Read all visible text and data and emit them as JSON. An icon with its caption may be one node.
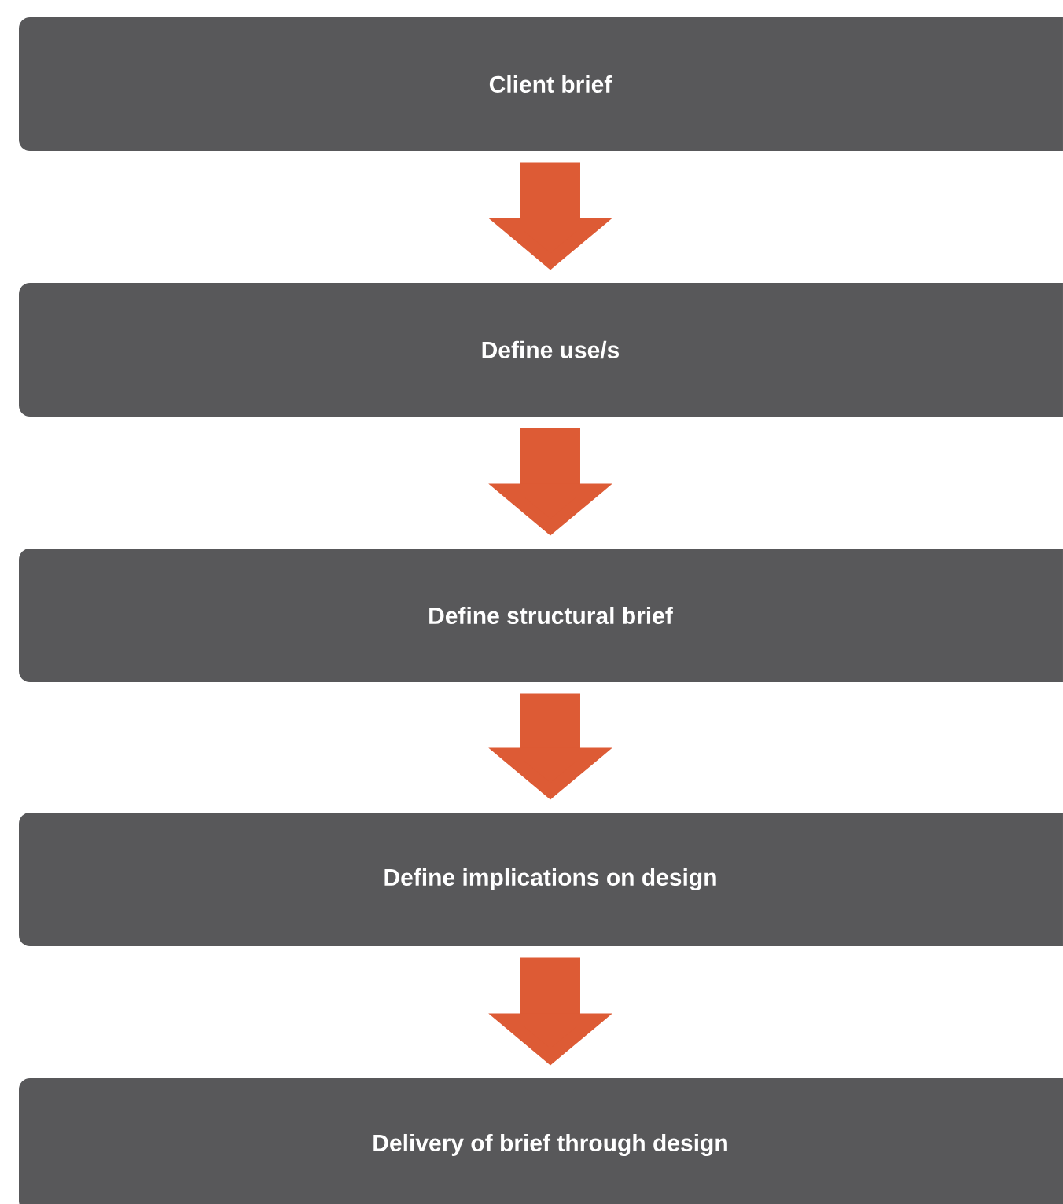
{
  "diagram": {
    "nodes": [
      {
        "text": [
          "Client brief"
        ]
      },
      {
        "text": [
          "Define use/s"
        ]
      },
      {
        "text": [
          "Define structural brief"
        ]
      },
      {
        "text": [
          "Define implications on design"
        ]
      },
      {
        "text": [
          "Delivery of brief through design"
        ]
      }
    ],
    "edges": [
      {
        "from": 0,
        "to": 1,
        "arrow": "to"
      },
      {
        "from": 1,
        "to": 2,
        "arrow": "to"
      },
      {
        "from": 2,
        "to": 3,
        "arrow": "to"
      },
      {
        "from": 3,
        "to": 4,
        "arrow": "to"
      }
    ]
  }
}
